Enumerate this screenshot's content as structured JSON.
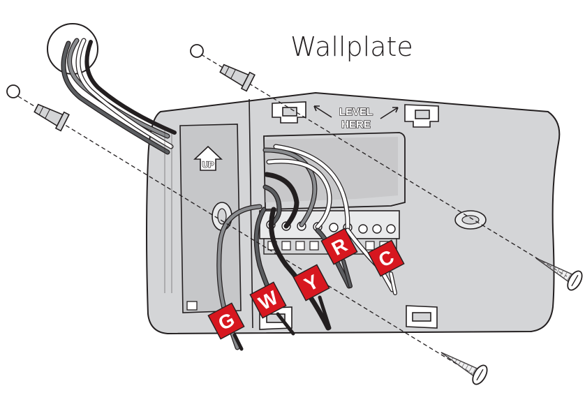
{
  "diagram": {
    "title": "Wallplate",
    "level_label_line1": "LEVEL",
    "level_label_line2": "HERE",
    "up_label": "UP"
  },
  "wire_tags": [
    {
      "letter": "G",
      "color": "#d7171f"
    },
    {
      "letter": "W",
      "color": "#d7171f"
    },
    {
      "letter": "Y",
      "color": "#d7171f"
    },
    {
      "letter": "R",
      "color": "#d7171f"
    },
    {
      "letter": "C",
      "color": "#d7171f"
    }
  ],
  "colors": {
    "plate": "#d4d5d7",
    "outline": "#231f20",
    "tag_red": "#d7171f"
  },
  "icons": [
    "screw-icon",
    "wall-anchor-icon",
    "drill-hole-icon"
  ]
}
